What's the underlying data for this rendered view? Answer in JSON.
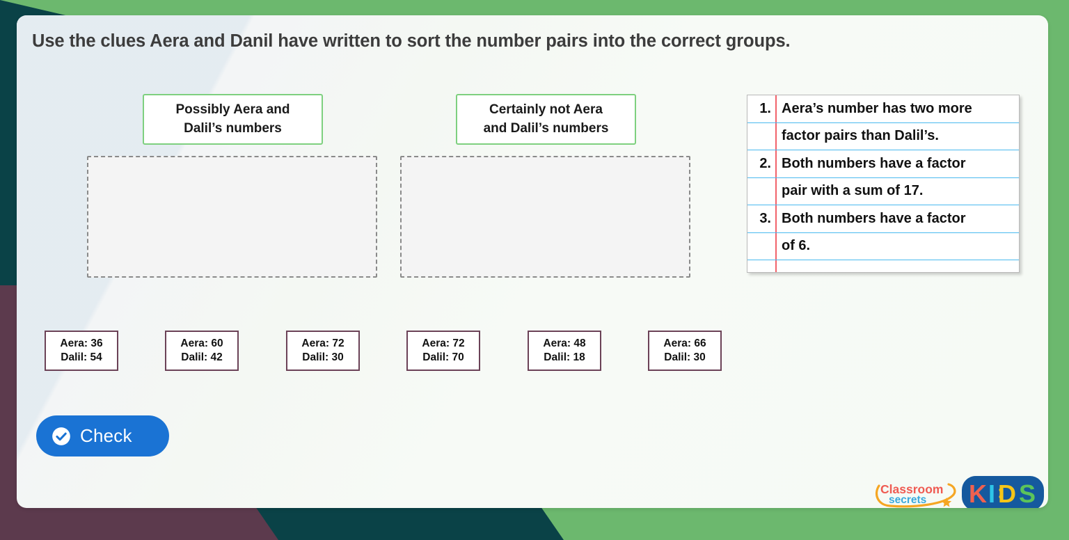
{
  "page": {
    "title": "Use the clues Aera and Danil have written to sort the number pairs into the correct groups."
  },
  "categories": [
    {
      "label": "Possibly Aera and Dalil’s numbers",
      "line1": "Possibly Aera and",
      "line2": "Dalil’s numbers",
      "dropzone_name": "dropzone-possibly"
    },
    {
      "label": "Certainly not Aera and Dalil’s numbers",
      "line1": "Certainly not Aera",
      "line2": "and Dalil’s numbers",
      "dropzone_name": "dropzone-certainly-not"
    }
  ],
  "clues": {
    "rows": [
      {
        "num": "1.",
        "text": "Aera’s number has two more"
      },
      {
        "num": "",
        "text": "factor pairs than Dalil’s."
      },
      {
        "num": "2.",
        "text": "Both numbers have a factor"
      },
      {
        "num": "",
        "text": "pair with a sum of 17."
      },
      {
        "num": "3.",
        "text": "Both numbers have a factor"
      },
      {
        "num": "",
        "text": "of 6."
      }
    ]
  },
  "pairs": [
    {
      "aera": "Aera: 36",
      "dalil": "Dalil: 54"
    },
    {
      "aera": "Aera: 60",
      "dalil": "Dalil: 42"
    },
    {
      "aera": "Aera: 72",
      "dalil": "Dalil: 30"
    },
    {
      "aera": "Aera: 72",
      "dalil": "Dalil: 70"
    },
    {
      "aera": "Aera: 48",
      "dalil": "Dalil: 18"
    },
    {
      "aera": "Aera: 66",
      "dalil": "Dalil: 30"
    }
  ],
  "check_button": {
    "label": "Check",
    "icon": "check-circle-icon"
  },
  "logos": {
    "classroom_secrets": {
      "line1": "Classroom",
      "line2": "secrets"
    },
    "kids": {
      "letters": [
        "K",
        "I",
        "D",
        "S"
      ]
    }
  },
  "colors": {
    "accent_green": "#6cb86e",
    "teal": "#0a4247",
    "purple": "#5c3a4d",
    "button_blue": "#1a73d4",
    "card_border": "#6b4257",
    "rule_blue": "#49b9ef",
    "margin_red": "#f2626a"
  }
}
